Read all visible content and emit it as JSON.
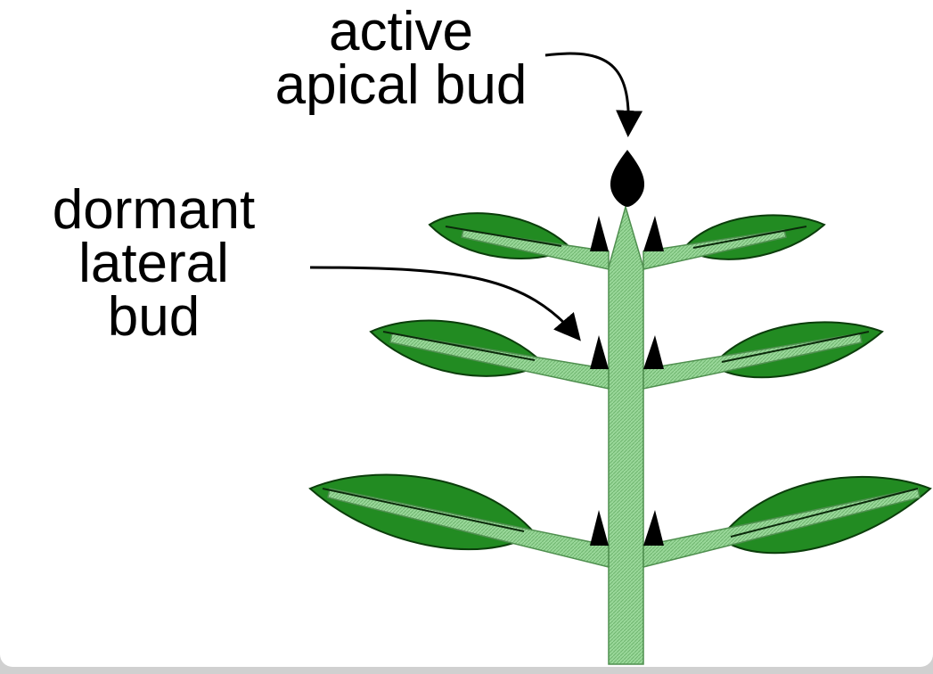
{
  "labels": {
    "apical": [
      "active",
      "apical bud"
    ],
    "lateral": [
      "dormant",
      "lateral",
      "bud"
    ]
  },
  "colors": {
    "leaf": "#1e8a1e",
    "leaf_outline": "#0a3d0a",
    "stem": "#8fd08f",
    "bud": "#000000",
    "background": "#ffffff"
  }
}
